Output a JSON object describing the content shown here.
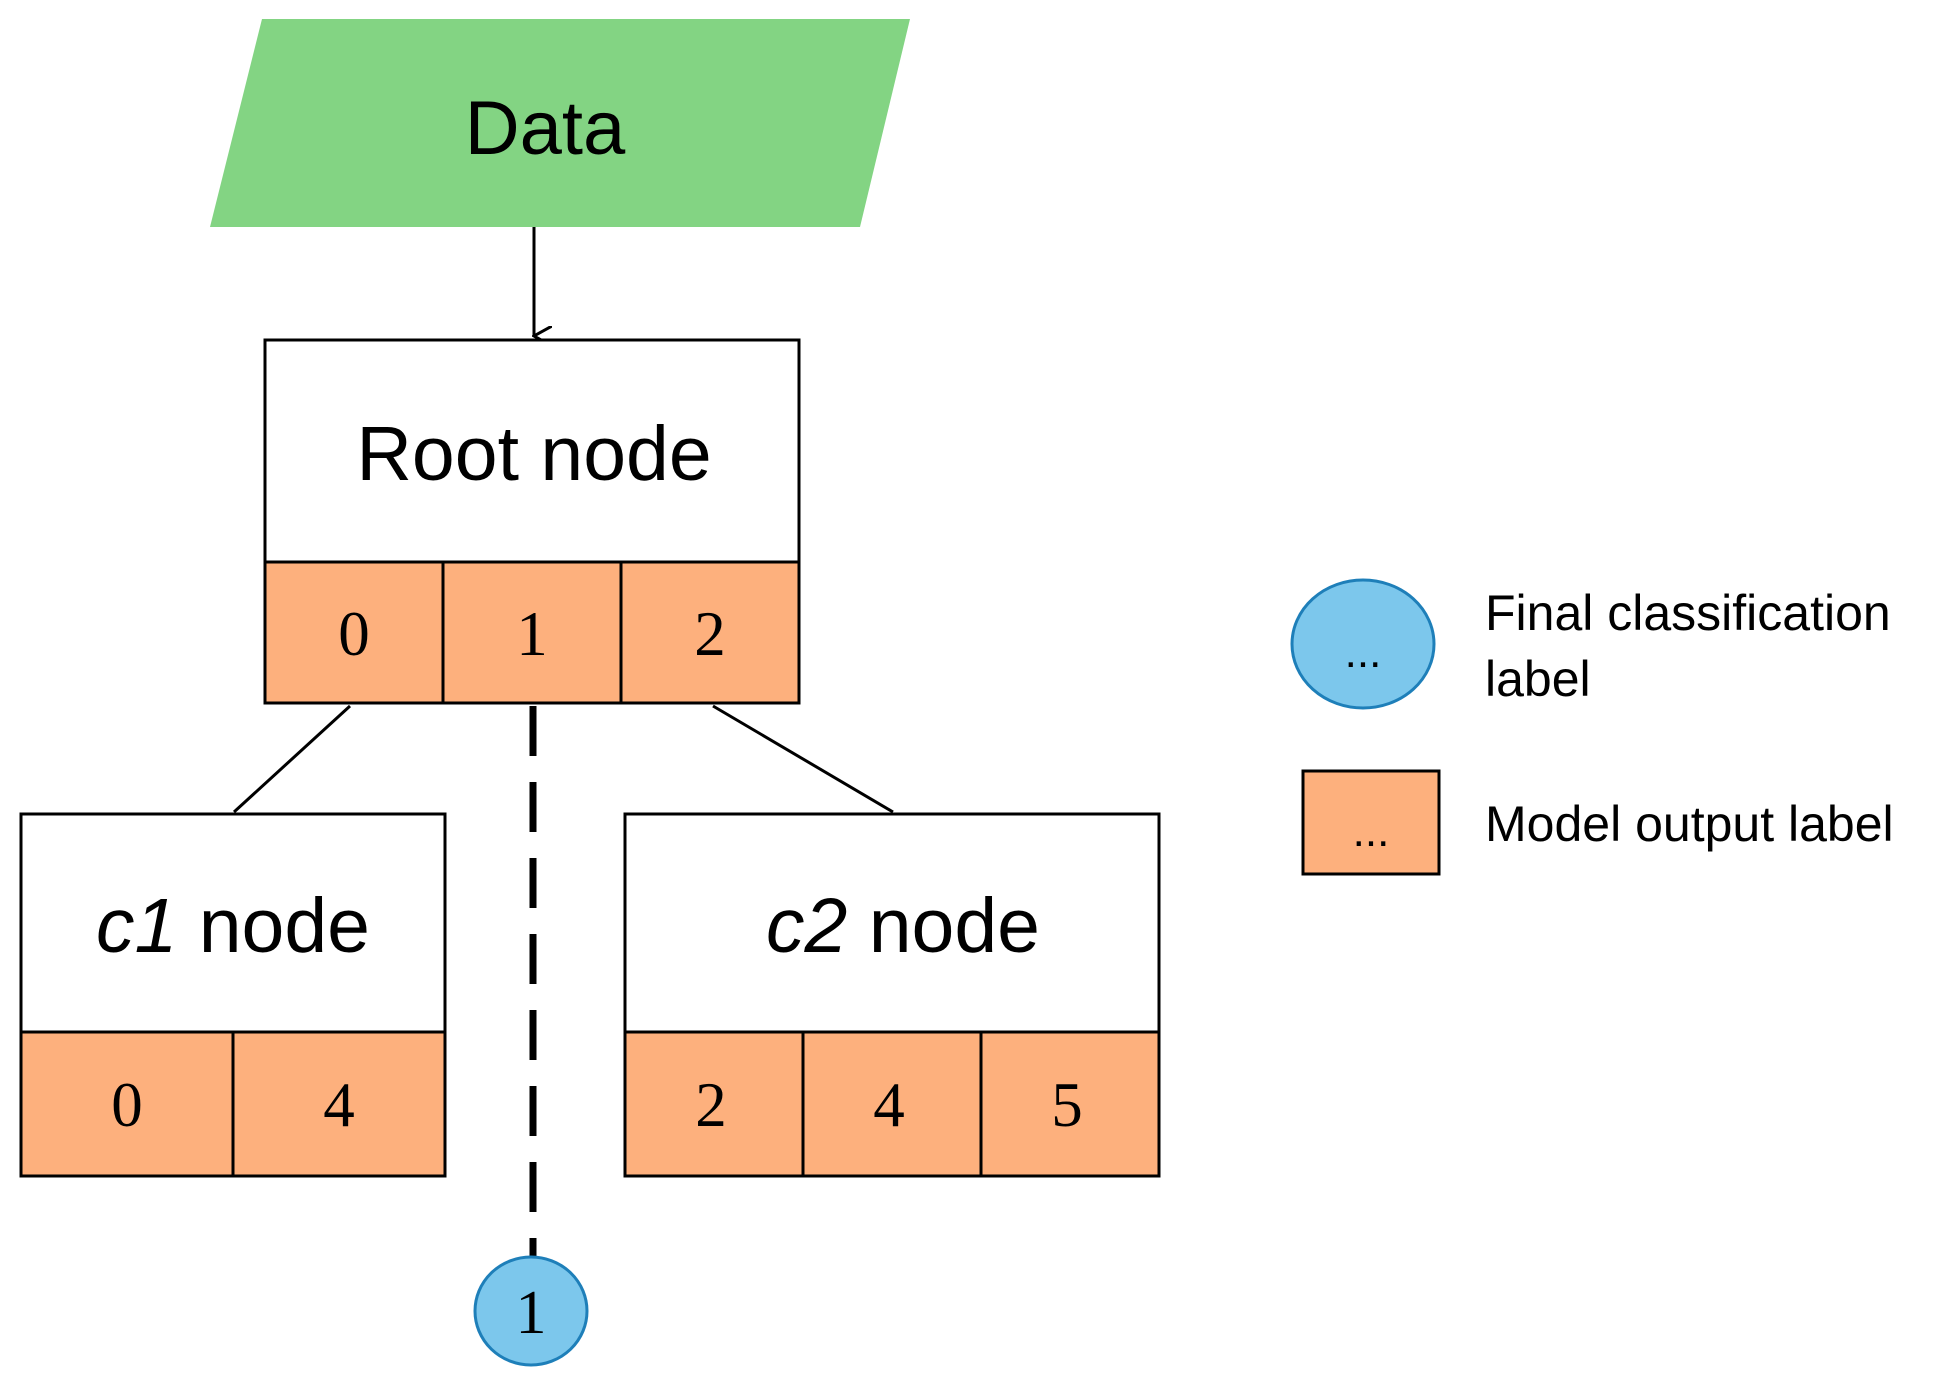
{
  "data_node": {
    "label": "Data",
    "fill": "#83d483"
  },
  "root_node": {
    "title": "Root node",
    "labels": [
      "0",
      "1",
      "2"
    ]
  },
  "c1_node": {
    "title_italic": "c1",
    "title_rest": " node",
    "labels": [
      "0",
      "4"
    ]
  },
  "c2_node": {
    "title_italic": "c2",
    "title_rest": " node",
    "labels": [
      "2",
      "4",
      "5"
    ]
  },
  "final_label": {
    "value": "1"
  },
  "legend": {
    "final": {
      "symbol": "...",
      "line1": "Final classification",
      "line2": "label"
    },
    "model": {
      "symbol": "...",
      "text": "Model output label"
    }
  },
  "colors": {
    "output_label": "#fdb07d",
    "final_label": "#7cc7ec",
    "final_label_stroke": "#1e7fb9",
    "data_node": "#83d483"
  }
}
